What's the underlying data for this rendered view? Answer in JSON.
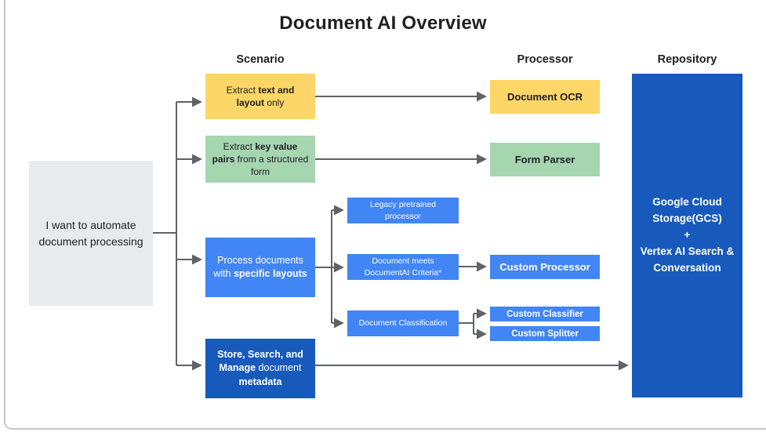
{
  "title": "Document AI Overview",
  "columns": {
    "scenario": "Scenario",
    "processor": "Processor",
    "repository": "Repository"
  },
  "root": {
    "text": "I want to automate document processing"
  },
  "scenarios": {
    "extract_text": {
      "pre": "Extract ",
      "bold": "text and layout",
      "post": " only"
    },
    "extract_kv": {
      "pre": "Extract ",
      "bold": "key value pairs",
      "post": " from a structured form"
    },
    "layouts": {
      "pre": "Process documents with ",
      "bold": "specific layouts",
      "post": ""
    },
    "store": {
      "bold1": "Store, Search, and Manage",
      "mid": " document ",
      "bold2": "metadata"
    }
  },
  "branches": {
    "legacy": "Legacy pretrained processor",
    "doc_meets": "Document meets DocumentAI Criteria*",
    "doc_class": "Document Classification"
  },
  "processors": {
    "ocr": "Document OCR",
    "form_parser": "Form Parser",
    "custom_processor": "Custom Processor",
    "custom_classifier": "Custom Classifier",
    "custom_splitter": "Custom Splitter"
  },
  "repository": {
    "line1": "Google Cloud Storage(GCS)",
    "plus": "+",
    "line2": "Vertex AI Search & Conversation"
  },
  "colors": {
    "yellow": "#fcd667",
    "green": "#a5d6b0",
    "blue": "#4285f4",
    "dark_blue": "#185abc",
    "gray_box": "#e8eaed",
    "connector": "#5f6368",
    "text_dark": "#202124",
    "frame_border": "#c6c8cc"
  }
}
